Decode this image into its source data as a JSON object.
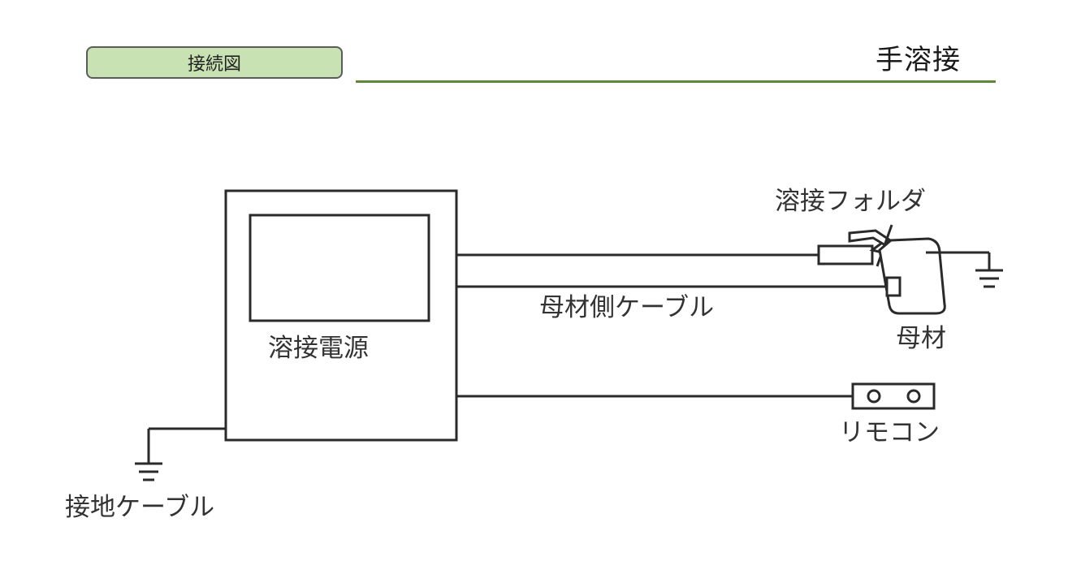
{
  "header": {
    "section_tab": "接続図",
    "page_title": "手溶接"
  },
  "diagram": {
    "labels": {
      "power_source": "溶接電源",
      "holder": "溶接フォルダ",
      "work_cable": "母材側ケーブル",
      "base_metal": "母材",
      "remote": "リモコン",
      "ground_cable": "接地ケーブル"
    }
  }
}
